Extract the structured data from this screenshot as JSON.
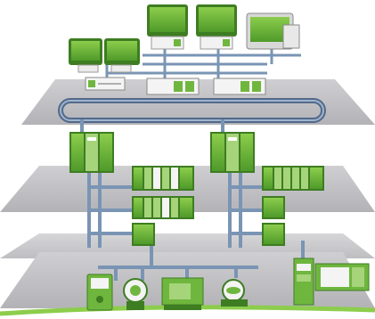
{
  "colors": {
    "background": "#ffffff",
    "tier_plate": "#bdbdc0",
    "tier_plate_dark": "#9e9ea2",
    "device_green": "#6fb63e",
    "device_green_dark": "#3e7d22",
    "device_green_light": "#a6d47a",
    "device_body": "#f4f4f4",
    "pipe_blue": "#7a94b4",
    "pipe_blue_dark": "#52698a",
    "accent_green": "#8ccd4c"
  },
  "tiers": [
    {
      "id": "management"
    },
    {
      "id": "control"
    },
    {
      "id": "io"
    },
    {
      "id": "field"
    }
  ],
  "devices": {
    "workstations": 4,
    "servers": 3,
    "controllers": 2,
    "io_racks": 5,
    "field_devices": 6
  }
}
